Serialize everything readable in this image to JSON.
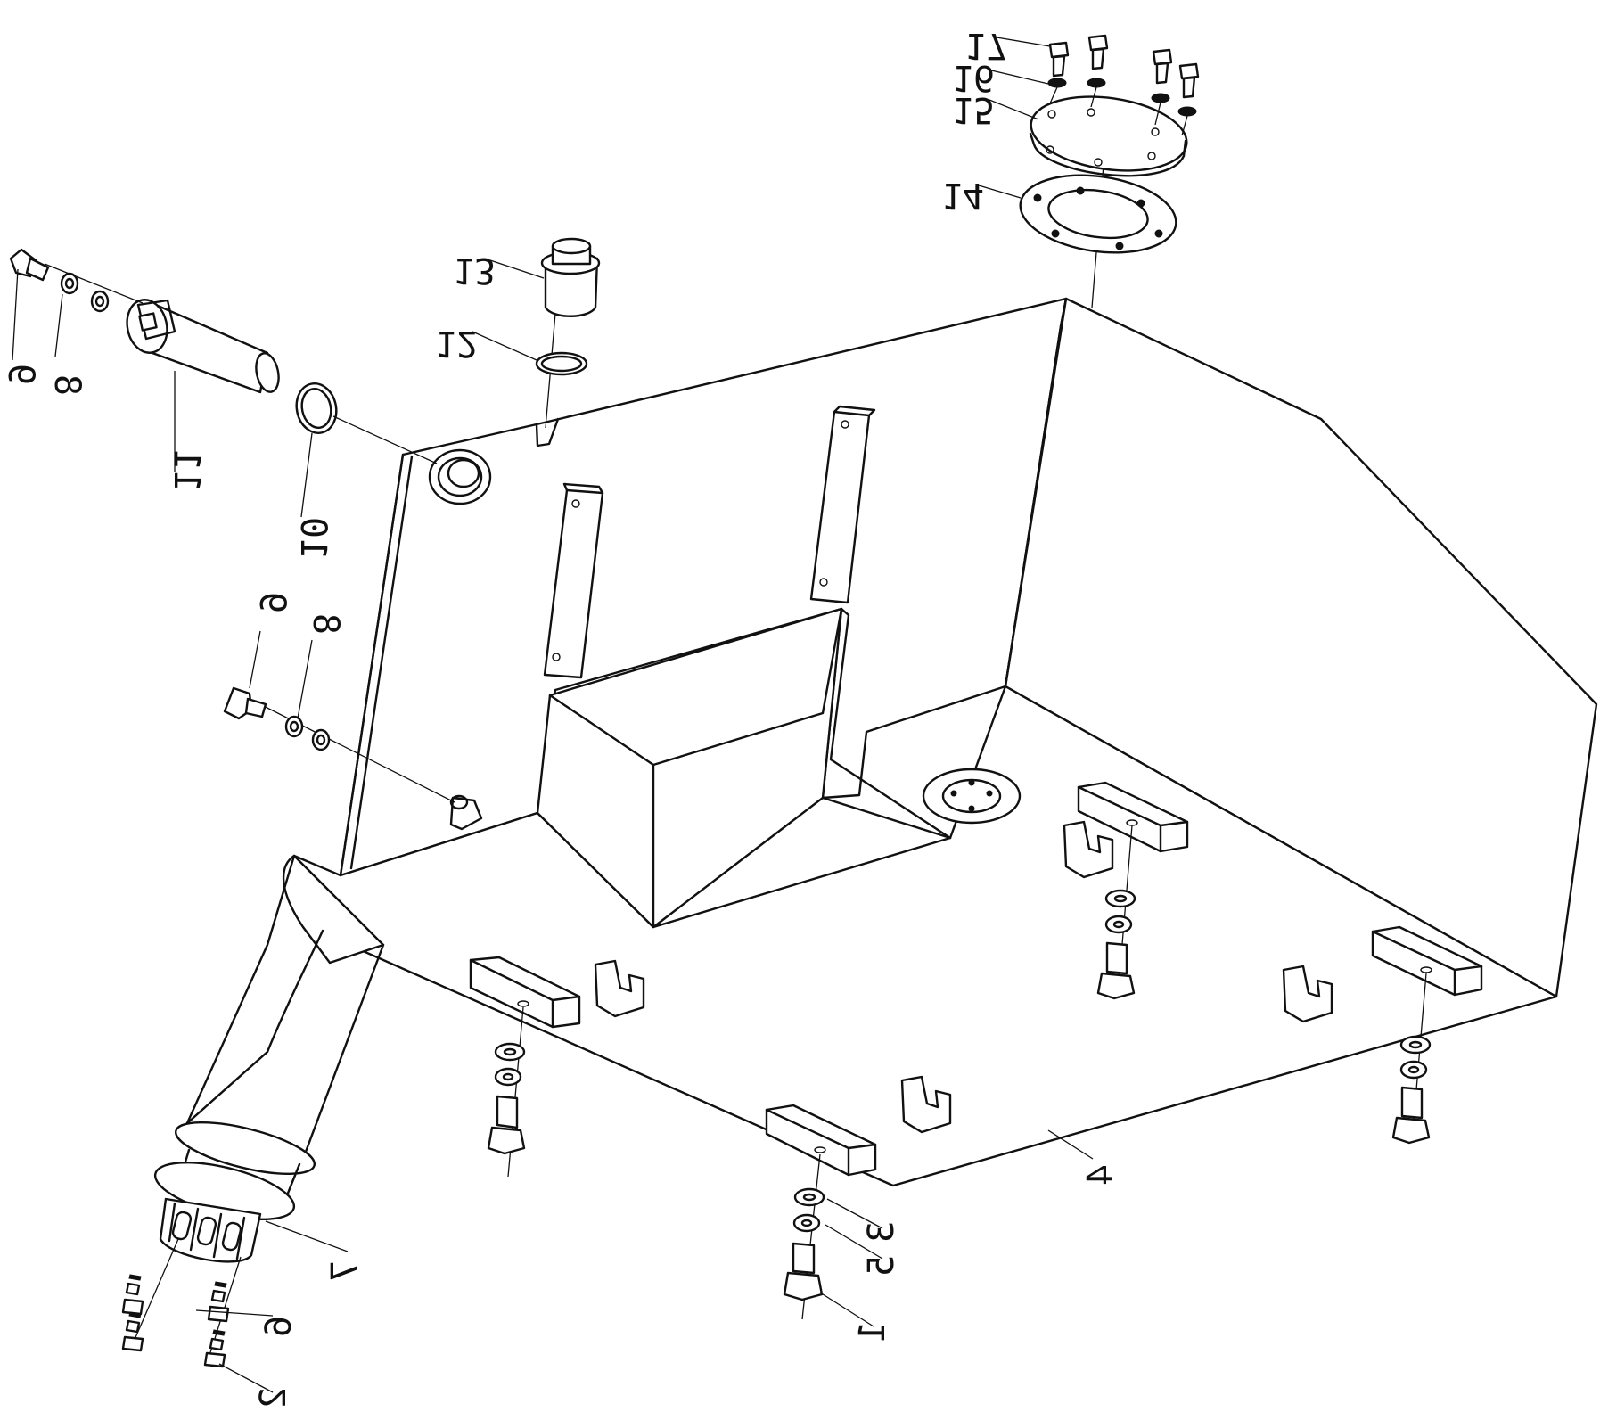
{
  "diagram": {
    "kind": "exploded assembly drawing",
    "callouts": {
      "part_1": "1",
      "part_2": "2",
      "part_3": "3",
      "part_4": "4",
      "part_5": "5",
      "part_6": "6",
      "part_7": "7",
      "part_8_top": "8",
      "part_8_mid": "8",
      "part_9_top": "9",
      "part_9_mid": "9",
      "part_10": "10",
      "part_11": "11",
      "part_12": "12",
      "part_13": "13",
      "part_14": "14",
      "part_15": "15",
      "part_16": "16",
      "part_17": "17"
    }
  }
}
